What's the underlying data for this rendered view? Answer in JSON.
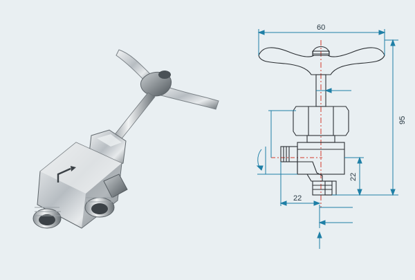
{
  "dimensions": {
    "overall_width": "60",
    "overall_height": "95",
    "port_width": "22",
    "port_height": "22"
  },
  "colors": {
    "background": "#e9eff2",
    "outline": "#2b2f33",
    "dimension_line": "#1f7fa6",
    "centerline": "#d23a2a",
    "metal_light": "#d9dde0",
    "metal_dark": "#6c7378"
  },
  "icons": {
    "photo": "valve-photo",
    "arrow": "flow-arrow-icon"
  }
}
